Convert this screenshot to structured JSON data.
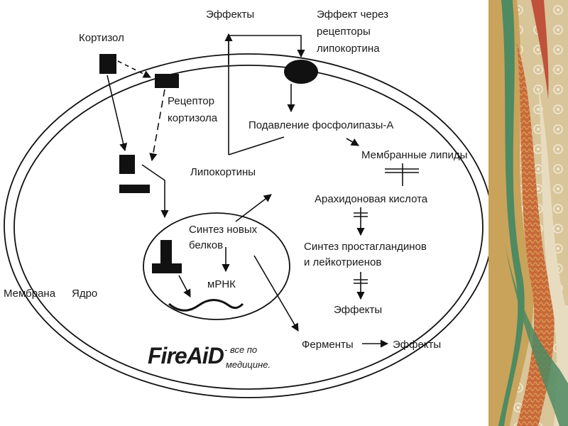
{
  "labels": {
    "effects_top": "Эффекты",
    "lipocortin_receptor_effect_1": "Эффект через",
    "lipocortin_receptor_effect_2": "рецепторы",
    "lipocortin_receptor_effect_3": "липокортина",
    "cortisol": "Кортизол",
    "cortisol_receptor_1": "Рецептор",
    "cortisol_receptor_2": "кортизола",
    "phospholipase_suppression": "Подавление фосфолипазы-А",
    "membrane_lipids": "Мембранные липиды",
    "lipocortins": "Липокортины",
    "arachidonic_acid": "Арахидоновая кислота",
    "new_protein_synthesis_1": "Синтез новых",
    "new_protein_synthesis_2": "белков",
    "prostaglandin_synthesis_1": "Синтез простагландинов",
    "prostaglandin_synthesis_2": "и лейкотриенов",
    "mrna": "мРНК",
    "membrane": "Мембрана",
    "nucleus": "Ядро",
    "effects_middle": "Эффекты",
    "enzymes": "Ферменты",
    "effects_bottom": "Эффекты"
  },
  "watermark": {
    "logo": "FireAiD",
    "tagline_1": "- все по",
    "tagline_2": "медицине."
  },
  "colors": {
    "ink": "#111111",
    "logo_blue": "#4f9fd0",
    "decor_gold": "#c9a35a",
    "decor_green": "#4e8a62",
    "decor_red": "#c0513a",
    "decor_cream": "#e8dcc0"
  }
}
